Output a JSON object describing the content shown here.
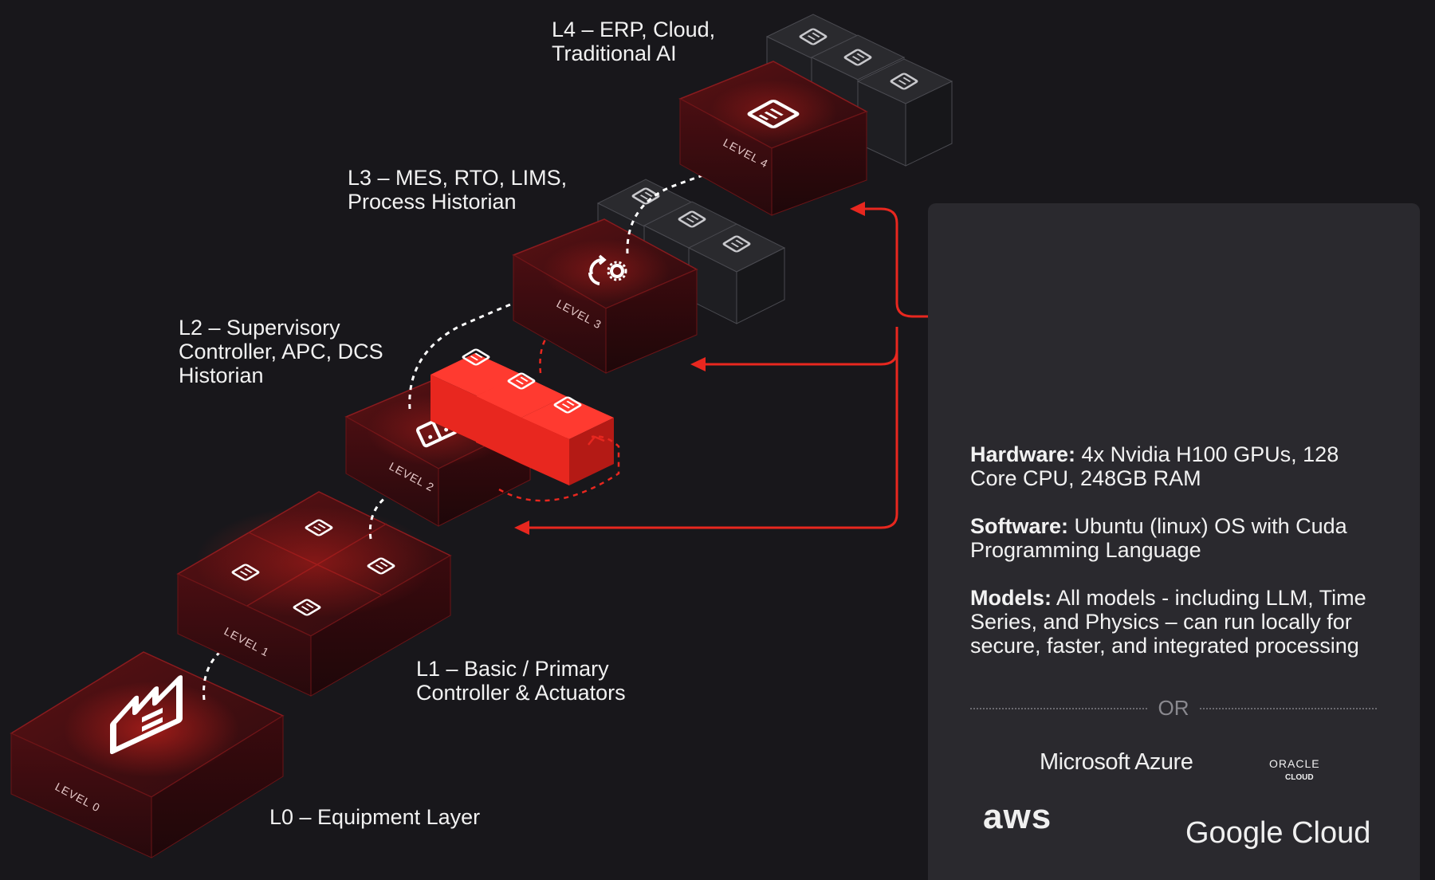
{
  "levels": [
    {
      "id": "l4",
      "label": "L4 – ERP, Cloud,\nTraditional AI",
      "tag": "LEVEL 4"
    },
    {
      "id": "l3",
      "label": "L3 – MES, RTO, LIMS,\nProcess Historian",
      "tag": "LEVEL 3"
    },
    {
      "id": "l2",
      "label": "L2 – Supervisory\nController, APC, DCS\nHistorian",
      "tag": "LEVEL 2"
    },
    {
      "id": "l1",
      "label": "L1 – Basic / Primary\nController & Actuators",
      "tag": "LEVEL 1"
    },
    {
      "id": "l0",
      "label": "L0 – Equipment Layer",
      "tag": "LEVEL 0"
    }
  ],
  "specs": {
    "hardware_label": "Hardware:",
    "hardware_text": " 4x Nvidia H100 GPUs, 128 Core CPU, 248GB RAM",
    "software_label": "Software:",
    "software_text": " Ubuntu (linux) OS with Cuda Programming Language",
    "models_label": "Models:",
    "models_text": " All models - including LLM, Time Series, and Physics – can run locally for secure, faster, and integrated processing"
  },
  "or_text": "OR",
  "clouds": {
    "azure": "Microsoft Azure",
    "oracle_top": "ORACLE",
    "oracle_bottom": "CLOUD",
    "aws": "aws",
    "google": "Google Cloud"
  },
  "colors": {
    "accent": "#e8271f",
    "background": "#18171b",
    "panel": "#2a292e"
  },
  "icons": [
    "factory-icon",
    "controller-icon",
    "server-chip-icon",
    "process-sync-icon",
    "enterprise-icon",
    "gpu-server-rack-icon"
  ]
}
